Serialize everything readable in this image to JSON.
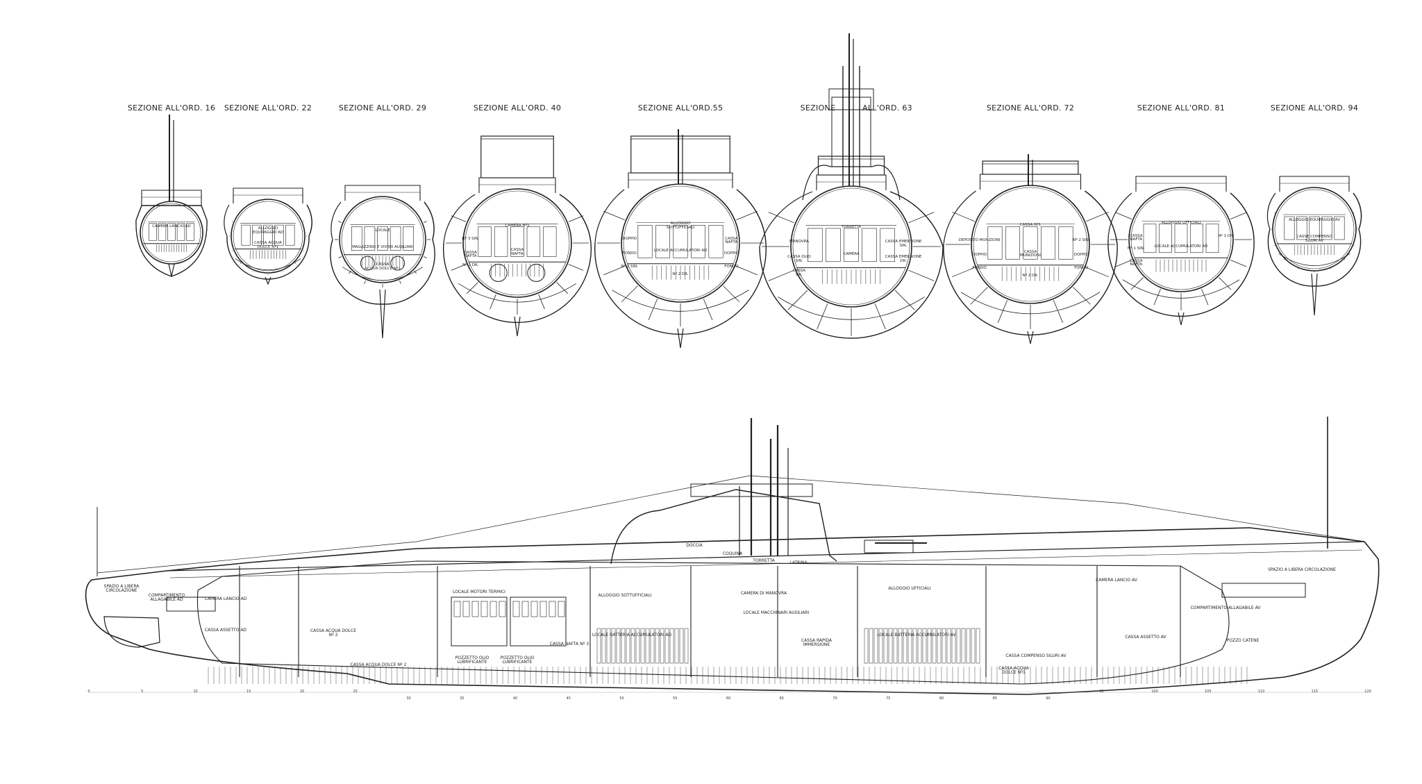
{
  "sections": [
    {
      "title": "SEZIONE  ALL'ORD. 16",
      "labels": [
        "CAMERA LANCIO AD",
        "",
        ""
      ]
    },
    {
      "title": "SEZIONE  ALL'ORD. 22",
      "labels": [
        "ALLOGGIO\nEQUIPAGGIO AD",
        "CASSA ACQUA\nDOLCE Nº1",
        ""
      ]
    },
    {
      "title": "SEZIONE  ALL'ORD. 29",
      "labels": [
        "LOCALE",
        "MAGAZZINO E VIVERI AUSILIARI",
        "CASSA\nACQUA DOLCE Nº1"
      ]
    },
    {
      "title": "SEZIONE  ALL'ORD. 40",
      "labels": [
        "CAMERA Nº1",
        "CASSA\nNAFTA",
        "Nº 3 SIN.",
        "CASSA\nNAFTA",
        "Nº 3 DR."
      ]
    },
    {
      "title": "SEZIONE  ALL'ORD.55",
      "labels": [
        "ALLOGGIO\nSOTTUFFICIALI",
        "LOCALE ACCUMULATORI AD",
        "DOPPIO",
        "FONDO",
        "Nº 2 SIN.",
        "CASSA\nNAFTA",
        "DOPPIO",
        "FONDO",
        "Nº 2 DR."
      ]
    },
    {
      "title": "SEZIONE",
      "title2": "ALL'ORD. 63",
      "labels": [
        "TORRETTA",
        "CAMERA",
        "MANOVRA",
        "CASSA OLIO\nSIN.",
        "CASSA\nDR.",
        "CASSA EMERSIONE\nSIN.",
        "CASSA EMERSIONE\nDR."
      ]
    },
    {
      "title": "SEZIONE  ALL'ORD. 72",
      "labels": [
        "CASSA Nº1",
        "CASSA\nMUNIZIONI",
        "DEPOSITO MUNIZIONI",
        "DOPPIO",
        "FONDO",
        "Nº 2 SIN.",
        "DOPPIO",
        "FONDO",
        "Nº 2 DR."
      ]
    },
    {
      "title": "SEZIONE  ALL'ORD. 81",
      "labels": [
        "ALLOGGIO UFFICIALI",
        "LOCALE ACCUMULATORI AD",
        "CASSA\nNAFTA",
        "Nº 1 SIN.",
        "CASSA\nNAFTA",
        "Nº 1 DR."
      ]
    },
    {
      "title": "SEZIONE  ALL'ORD. 94",
      "labels": [
        "ALLOGGIO EQUIPAGGIO AV",
        "CASSE COMPENSO\nSILURI AV",
        ""
      ]
    }
  ],
  "hull_labels": [
    "SPAZIO A LIBERA\nCIRCOLAZIONE",
    "COMPARTIMENTO\nALLAGABILE AD",
    "CAMERA LANCIO AD",
    "CASSA ASSETTO AD",
    "CASSA ACQUA DOLCE\nNº 2",
    "CASSA ACQUA DOLCE Nº 2",
    "LOCALE MOTORI TERMICI",
    "POZZETTO OLIO\nLUBRIFICANTE",
    "POZZETTO OLIO\nLUBRIFICANTE",
    "CASSA NAFTA Nº 3",
    "ALLOGGIO SOTTUFFICIALI",
    "LOCALE BATTERIA ACCUMULATORI AD",
    "DOCCIA",
    "COQUINA",
    "TORRETTA",
    "LATRINA",
    "CAMERA DI MANOVRA",
    "LOCALE MACCHINARI AUSILIARI",
    "CASSA RAPIDA\nIMMERSIONE",
    "ALLOGGIO UFFICIALI",
    "LOCALE BATTERIA ACCUMULATORI AV",
    "CASSA ACQUA\nDOLCE Nº1",
    "CASSA COMPENSO SILURI AV",
    "CAMERA LANCIO AV",
    "CASSA ASSETTO AV",
    "COMPARTIMENTO ALLAGABILE AV",
    "POZZO CATENE",
    "SPAZIO A LIBERA CIRCOLAZIONE"
  ],
  "frame_numbers": [
    "0",
    "5",
    "10",
    "15",
    "20",
    "25",
    "30",
    "35",
    "40",
    "45",
    "50",
    "55",
    "60",
    "65",
    "70",
    "75",
    "80",
    "85",
    "90",
    "95",
    "100",
    "105",
    "110",
    "115",
    "120"
  ]
}
